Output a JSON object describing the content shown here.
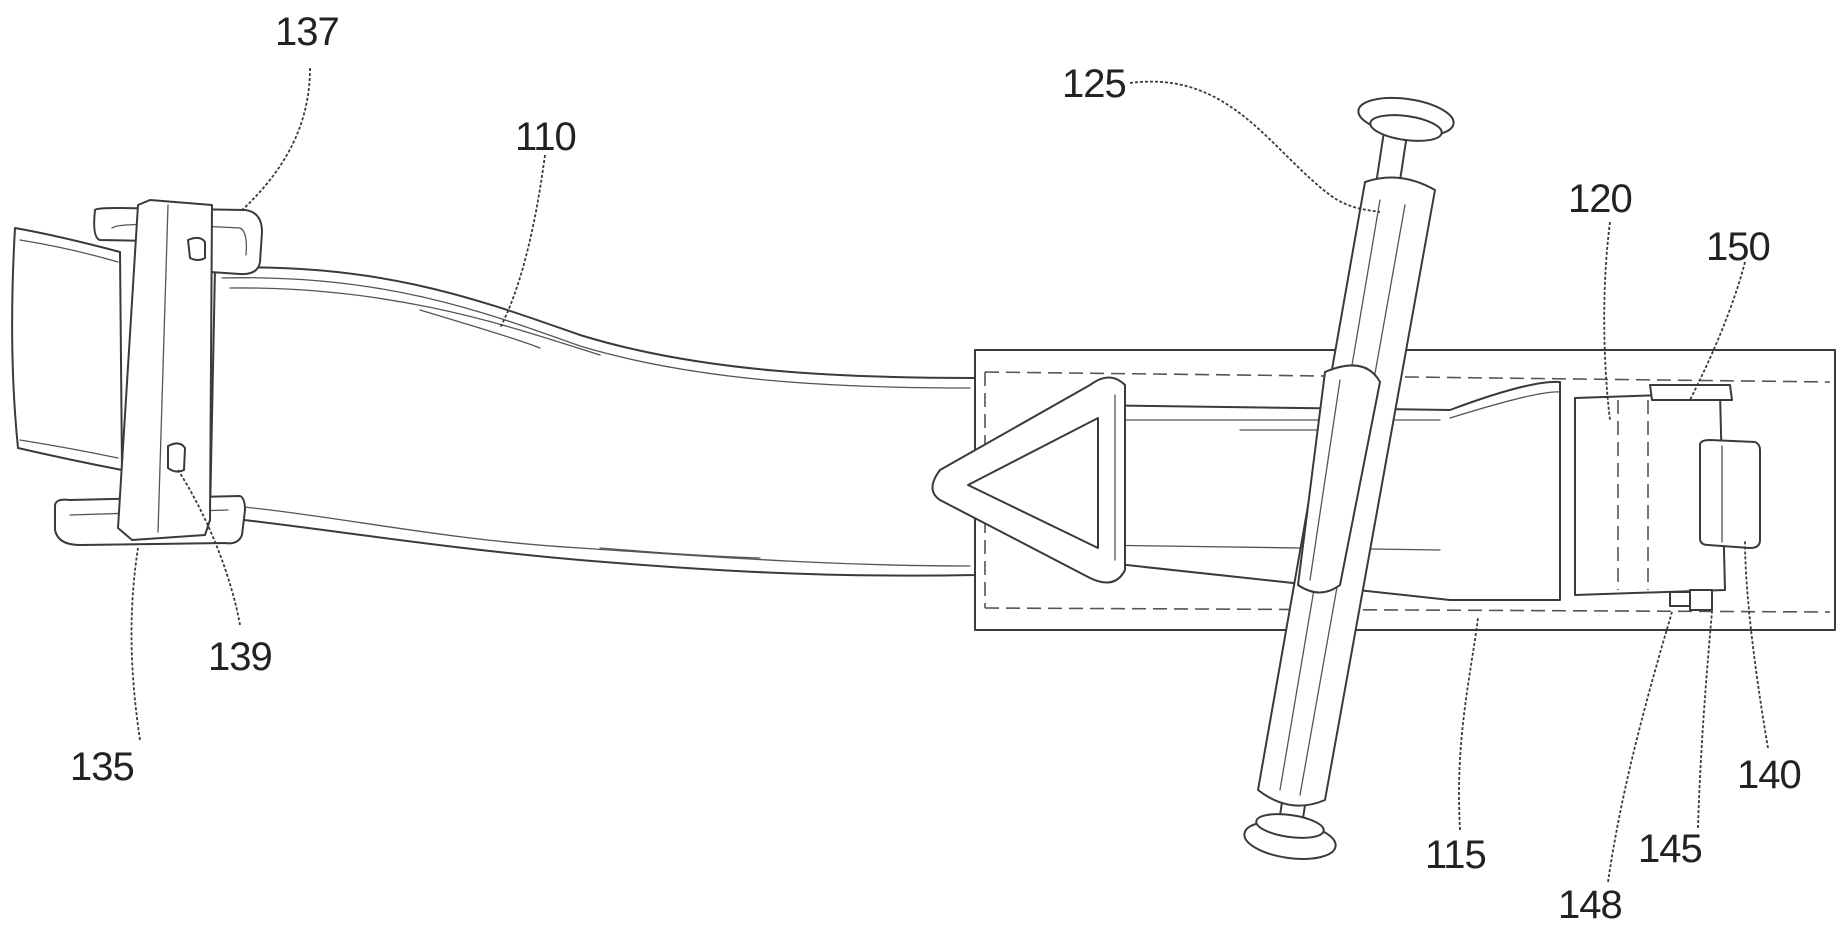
{
  "labels": {
    "l137": "137",
    "l110": "110",
    "l125": "125",
    "l120": "120",
    "l150": "150",
    "l139": "139",
    "l135": "135",
    "l115": "115",
    "l140": "140",
    "l145": "145",
    "l148": "148"
  }
}
